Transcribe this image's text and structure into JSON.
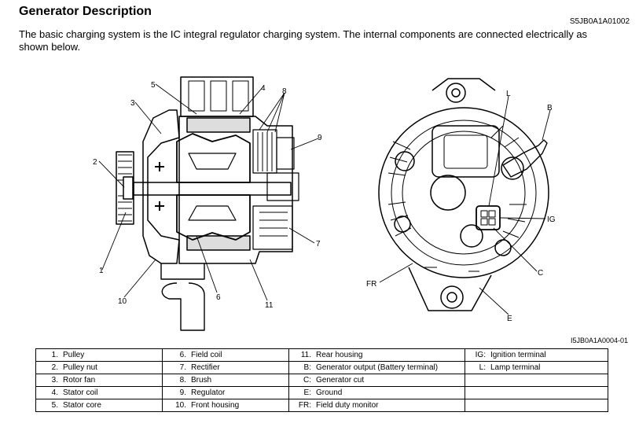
{
  "header": {
    "title": "Generator Description",
    "doc_id": "S5JB0A1A01002",
    "description": "The basic charging system is the IC integral regulator charging system. The internal components are connected electrically as shown below."
  },
  "figure": {
    "figure_id": "I5JB0A1A0004-01",
    "callouts": {
      "c1": "1",
      "c2": "2",
      "c3": "3",
      "c4": "4",
      "c5": "5",
      "c6": "6",
      "c7": "7",
      "c8": "8",
      "c9": "9",
      "c10": "10",
      "c11": "11",
      "L": "L",
      "B": "B",
      "IG": "IG",
      "C": "C",
      "FR": "FR",
      "E": "E"
    }
  },
  "legend": {
    "rows": [
      [
        {
          "key": "1.",
          "label": "Pulley"
        },
        {
          "key": "6.",
          "label": "Field coil"
        },
        {
          "key": "11.",
          "label": "Rear housing"
        },
        {
          "key": "IG:",
          "label": "Ignition terminal"
        }
      ],
      [
        {
          "key": "2.",
          "label": "Pulley nut"
        },
        {
          "key": "7.",
          "label": "Rectifier"
        },
        {
          "key": "B:",
          "label": "Generator output (Battery terminal)"
        },
        {
          "key": "L:",
          "label": "Lamp terminal"
        }
      ],
      [
        {
          "key": "3.",
          "label": "Rotor fan"
        },
        {
          "key": "8.",
          "label": "Brush"
        },
        {
          "key": "C:",
          "label": "Generator cut"
        },
        {
          "key": "",
          "label": ""
        }
      ],
      [
        {
          "key": "4.",
          "label": "Stator coil"
        },
        {
          "key": "9.",
          "label": "Regulator"
        },
        {
          "key": "E:",
          "label": "Ground"
        },
        {
          "key": "",
          "label": ""
        }
      ],
      [
        {
          "key": "5.",
          "label": "Stator core"
        },
        {
          "key": "10.",
          "label": "Front housing"
        },
        {
          "key": "FR:",
          "label": "Field duty monitor"
        },
        {
          "key": "",
          "label": ""
        }
      ]
    ]
  }
}
